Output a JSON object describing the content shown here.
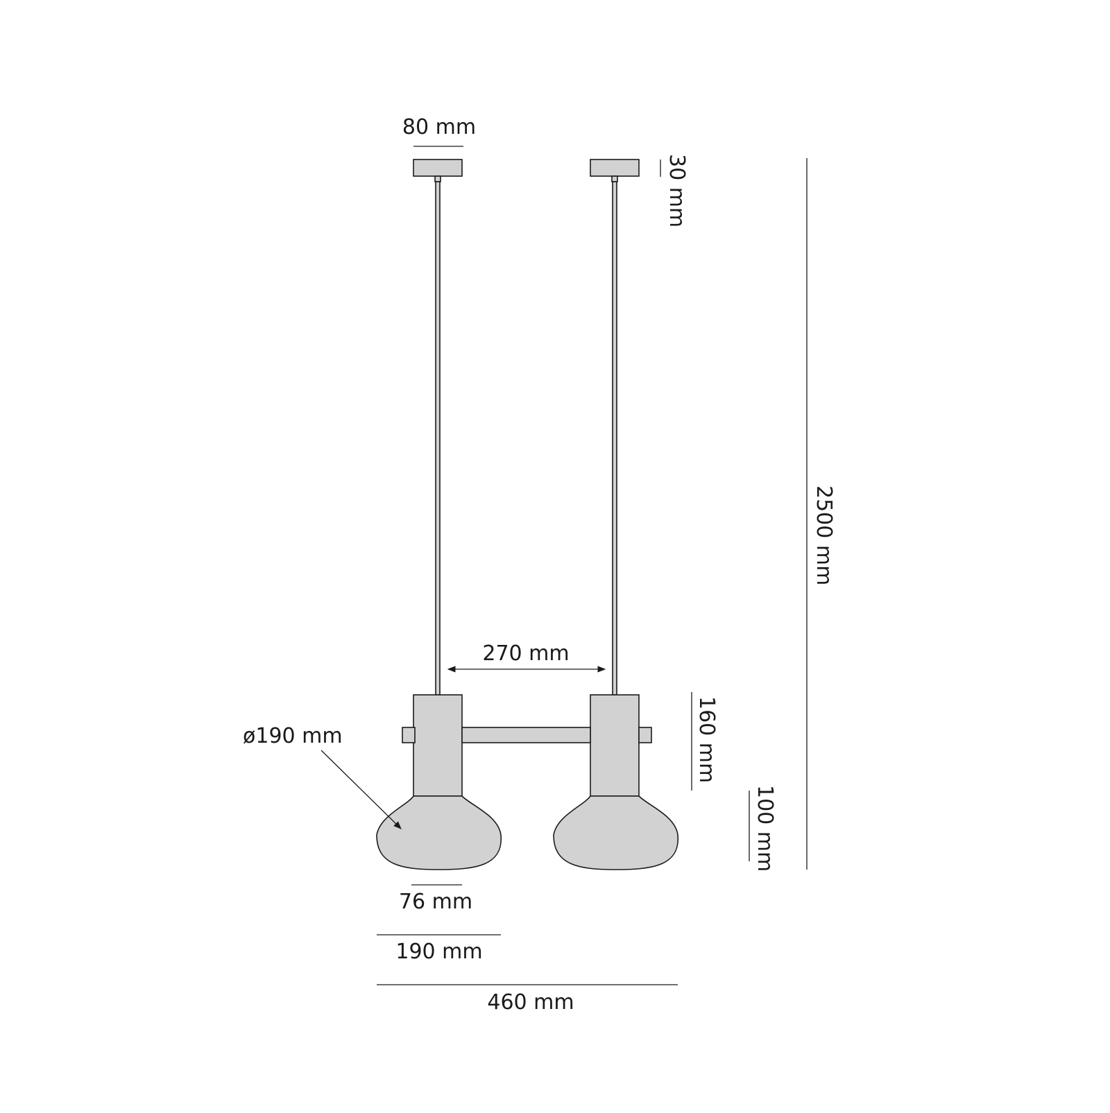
{
  "diagram": {
    "colors": {
      "part_fill": "#d2d2d2",
      "stroke": "#1a1a1a",
      "background": "#ffffff"
    },
    "dimensions": {
      "canopy_width": "80 mm",
      "canopy_height": "30 mm",
      "total_height": "2500 mm",
      "spacing": "270 mm",
      "body_height": "160 mm",
      "shade_height": "100 mm",
      "shade_diameter": "ø190 mm",
      "shade_opening": "76 mm",
      "shade_width": "190 mm",
      "total_width": "460 mm"
    }
  }
}
